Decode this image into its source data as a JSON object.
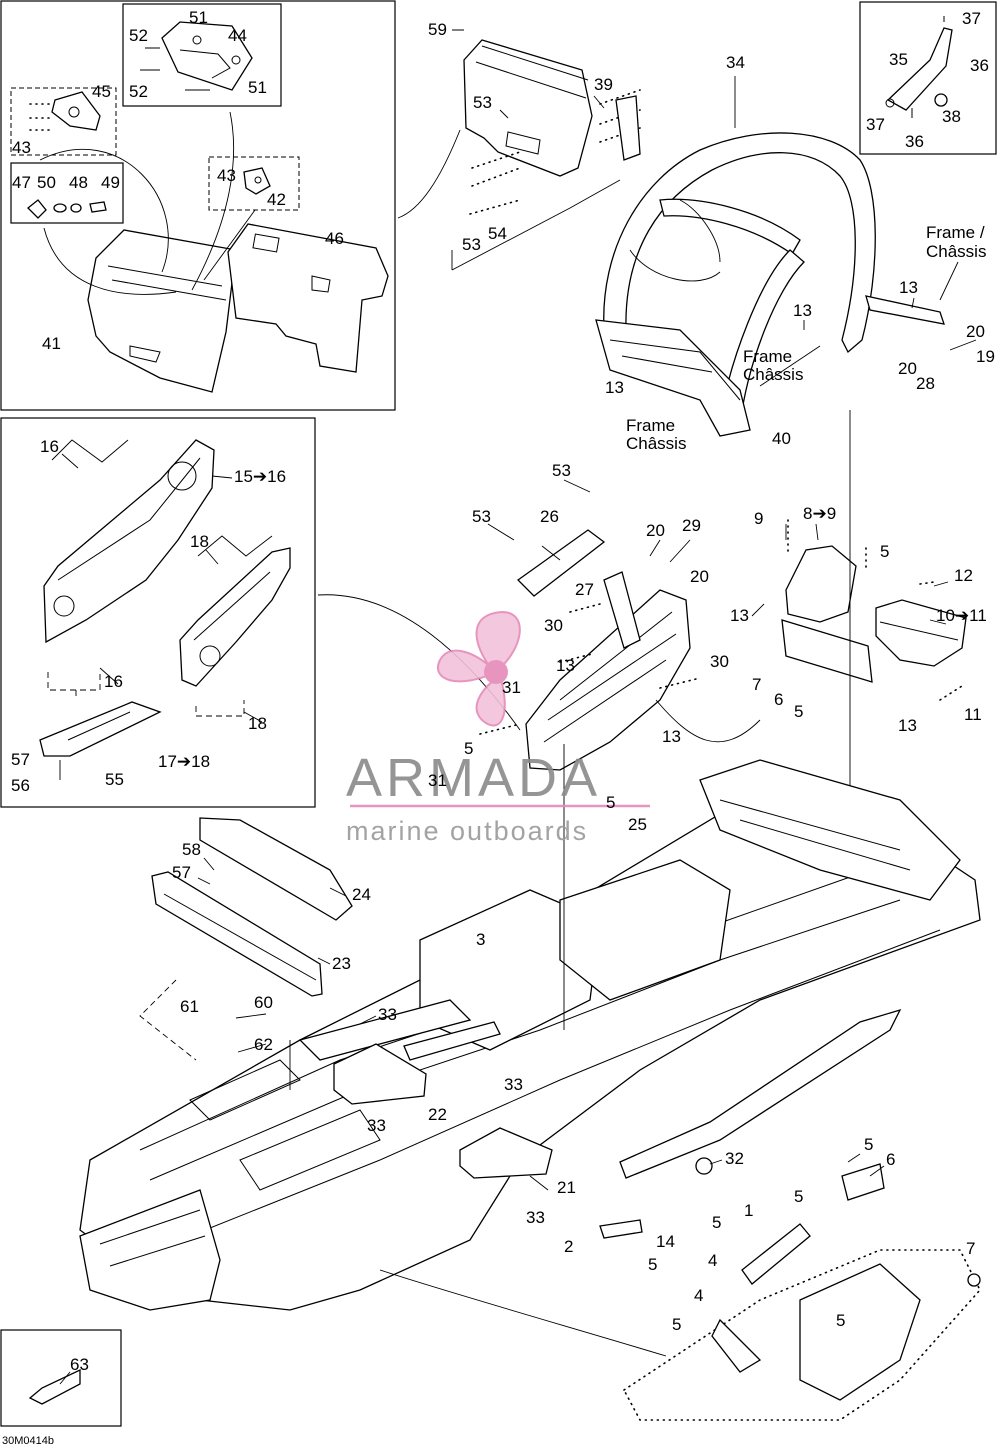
{
  "drawing_reference": "30M0414b",
  "watermark": {
    "brand": "ARMADA",
    "tagline": "marine outboards",
    "accent_color": "#e58ab8",
    "icon": "propeller-icon"
  },
  "frame_label": "Frame /\nChâssis",
  "frame_label_line1": "Frame /",
  "frame_label_line2": "Châssis",
  "frame_label_b_line1": "Frame",
  "frame_label_b_line2": "Châssis",
  "callouts": {
    "c1": "1",
    "c2": "2",
    "c3": "3",
    "c4": "4",
    "c5": "5",
    "c6": "6",
    "c7": "7",
    "c8to9": "8➔9",
    "c9": "9",
    "c10to11": "10➔11",
    "c11": "11",
    "c12": "12",
    "c13": "13",
    "c14": "14",
    "c15to16": "15➔16",
    "c16": "16",
    "c17to18": "17➔18",
    "c18": "18",
    "c19": "19",
    "c20": "20",
    "c21": "21",
    "c22": "22",
    "c23": "23",
    "c24": "24",
    "c25": "25",
    "c26": "26",
    "c27": "27",
    "c28": "28",
    "c29": "29",
    "c30": "30",
    "c31": "31",
    "c32": "32",
    "c33": "33",
    "c34": "34",
    "c35": "35",
    "c36": "36",
    "c37": "37",
    "c38": "38",
    "c39": "39",
    "c40": "40",
    "c41": "41",
    "c42": "42",
    "c43": "43",
    "c44": "44",
    "c45": "45",
    "c46": "46",
    "c47": "47",
    "c48": "48",
    "c49": "49",
    "c50": "50",
    "c51": "51",
    "c52": "52",
    "c53": "53",
    "c54": "54",
    "c55": "55",
    "c56": "56",
    "c57": "57",
    "c58": "58",
    "c59": "59",
    "c60": "60",
    "c61": "61",
    "c62": "62",
    "c63": "63"
  }
}
